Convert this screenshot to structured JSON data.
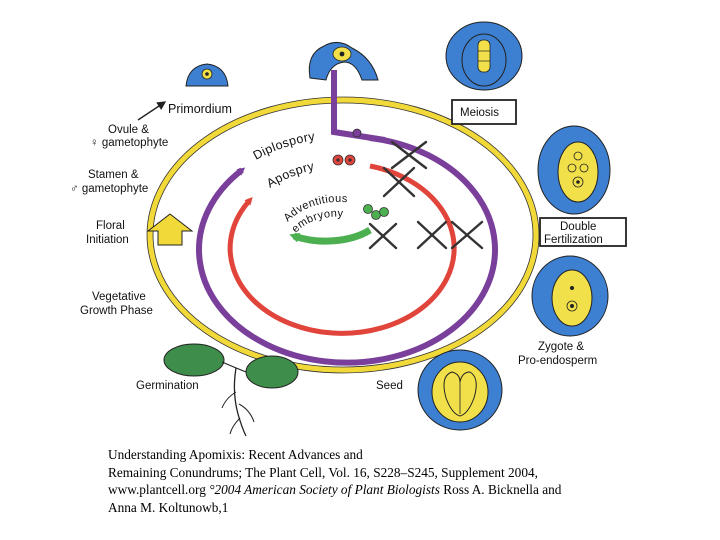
{
  "labels": {
    "primordium": "Primordium",
    "ovule_line1": "Ovule &",
    "ovule_line2": "♀ gametophyte",
    "stamen_line1": "Stamen &",
    "stamen_line2": "♂ gametophyte",
    "floral_line1": "Floral",
    "floral_line2": "Initiation",
    "vegetative_line1": "Vegetative",
    "vegetative_line2": "Growth Phase",
    "germination": "Germination",
    "seed": "Seed",
    "meiosis": "Meiosis",
    "double_fertilization_line1": "Double",
    "double_fertilization_line2": "Fertilization",
    "zygote_line1": "Zygote &",
    "zygote_line2": "Pro-endosperm",
    "diplospory": "Diplospory",
    "aposporу_note": "",
    "apospory": "Apospry",
    "adventitious_line1": "Adventitious",
    "adventitious_line2": "embryony"
  },
  "caption": {
    "line1": "Understanding Apomixis: Recent Advances and",
    "line2": "Remaining Conundrums; The Plant Cell, Vol. 16, S228–S245, Supplement 2004,",
    "line3_plain": "www.plantcell.org ",
    "line3_italic": "°2004 American Society of Plant Biologists",
    "line3_tail": " Ross A. Bicknella and",
    "line4": "Anna M. Koltunowb,1"
  },
  "colors": {
    "yellow_ring": "#f2d93a",
    "purple_ring": "#7a3f9a",
    "red_ring": "#e0443a",
    "green_ring": "#4caf50",
    "blue_tissue": "#3d7fd1",
    "yellow_tissue": "#f2e04a",
    "leaf_green": "#3e8d4a"
  },
  "icons": [
    "upward-arrow-icon",
    "cross-x-icon",
    "arrow-head-icon"
  ]
}
